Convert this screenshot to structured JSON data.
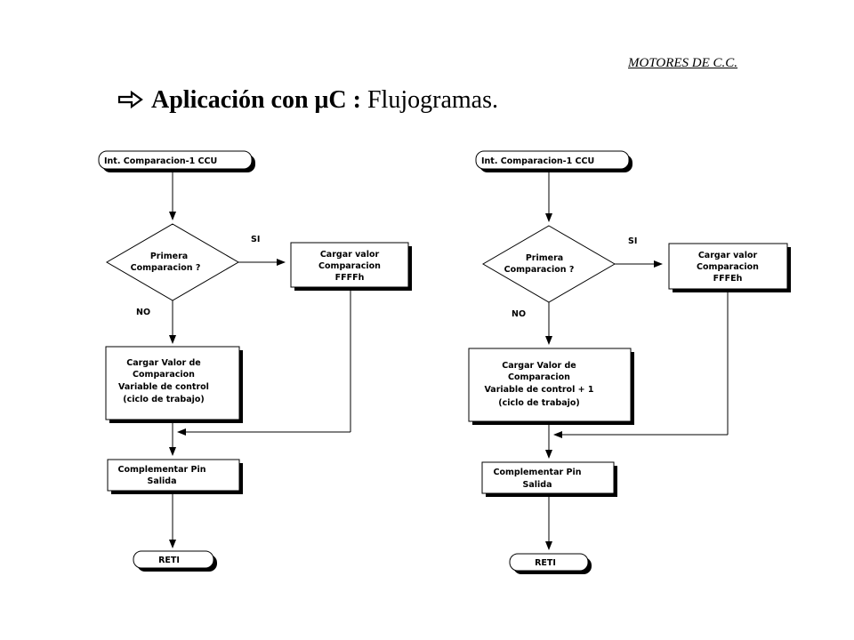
{
  "header": {
    "course": "MOTORES DE C.C.",
    "title_bold": "Aplicación con μC :",
    "title_normal": "Flujogramas."
  },
  "icons": {
    "title_arrow": "right-arrow-outline-icon"
  },
  "flowcharts": [
    {
      "start": "Int. Comparacion-1 CCU",
      "decision": [
        "Primera",
        "Comparacion ?"
      ],
      "yes_label": "SI",
      "no_label": "NO",
      "load_value": [
        "Cargar valor",
        "Comparacion",
        "FFFFh"
      ],
      "load_compare": [
        "Cargar Valor de",
        "Comparacion",
        "Variable de control",
        "(ciclo de trabajo)"
      ],
      "complement": [
        "Complementar Pin",
        "Salida"
      ],
      "end": "RETI"
    },
    {
      "start": "Int. Comparacion-1 CCU",
      "decision": [
        "Primera",
        "Comparacion ?"
      ],
      "yes_label": "SI",
      "no_label": "NO",
      "load_value": [
        "Cargar valor",
        "Comparacion",
        "FFFEh"
      ],
      "load_compare": [
        "Cargar Valor de",
        "Comparacion",
        "Variable de control + 1",
        "(ciclo de trabajo)"
      ],
      "complement": [
        "Complementar Pin",
        "Salida"
      ],
      "end": "RETI"
    }
  ]
}
